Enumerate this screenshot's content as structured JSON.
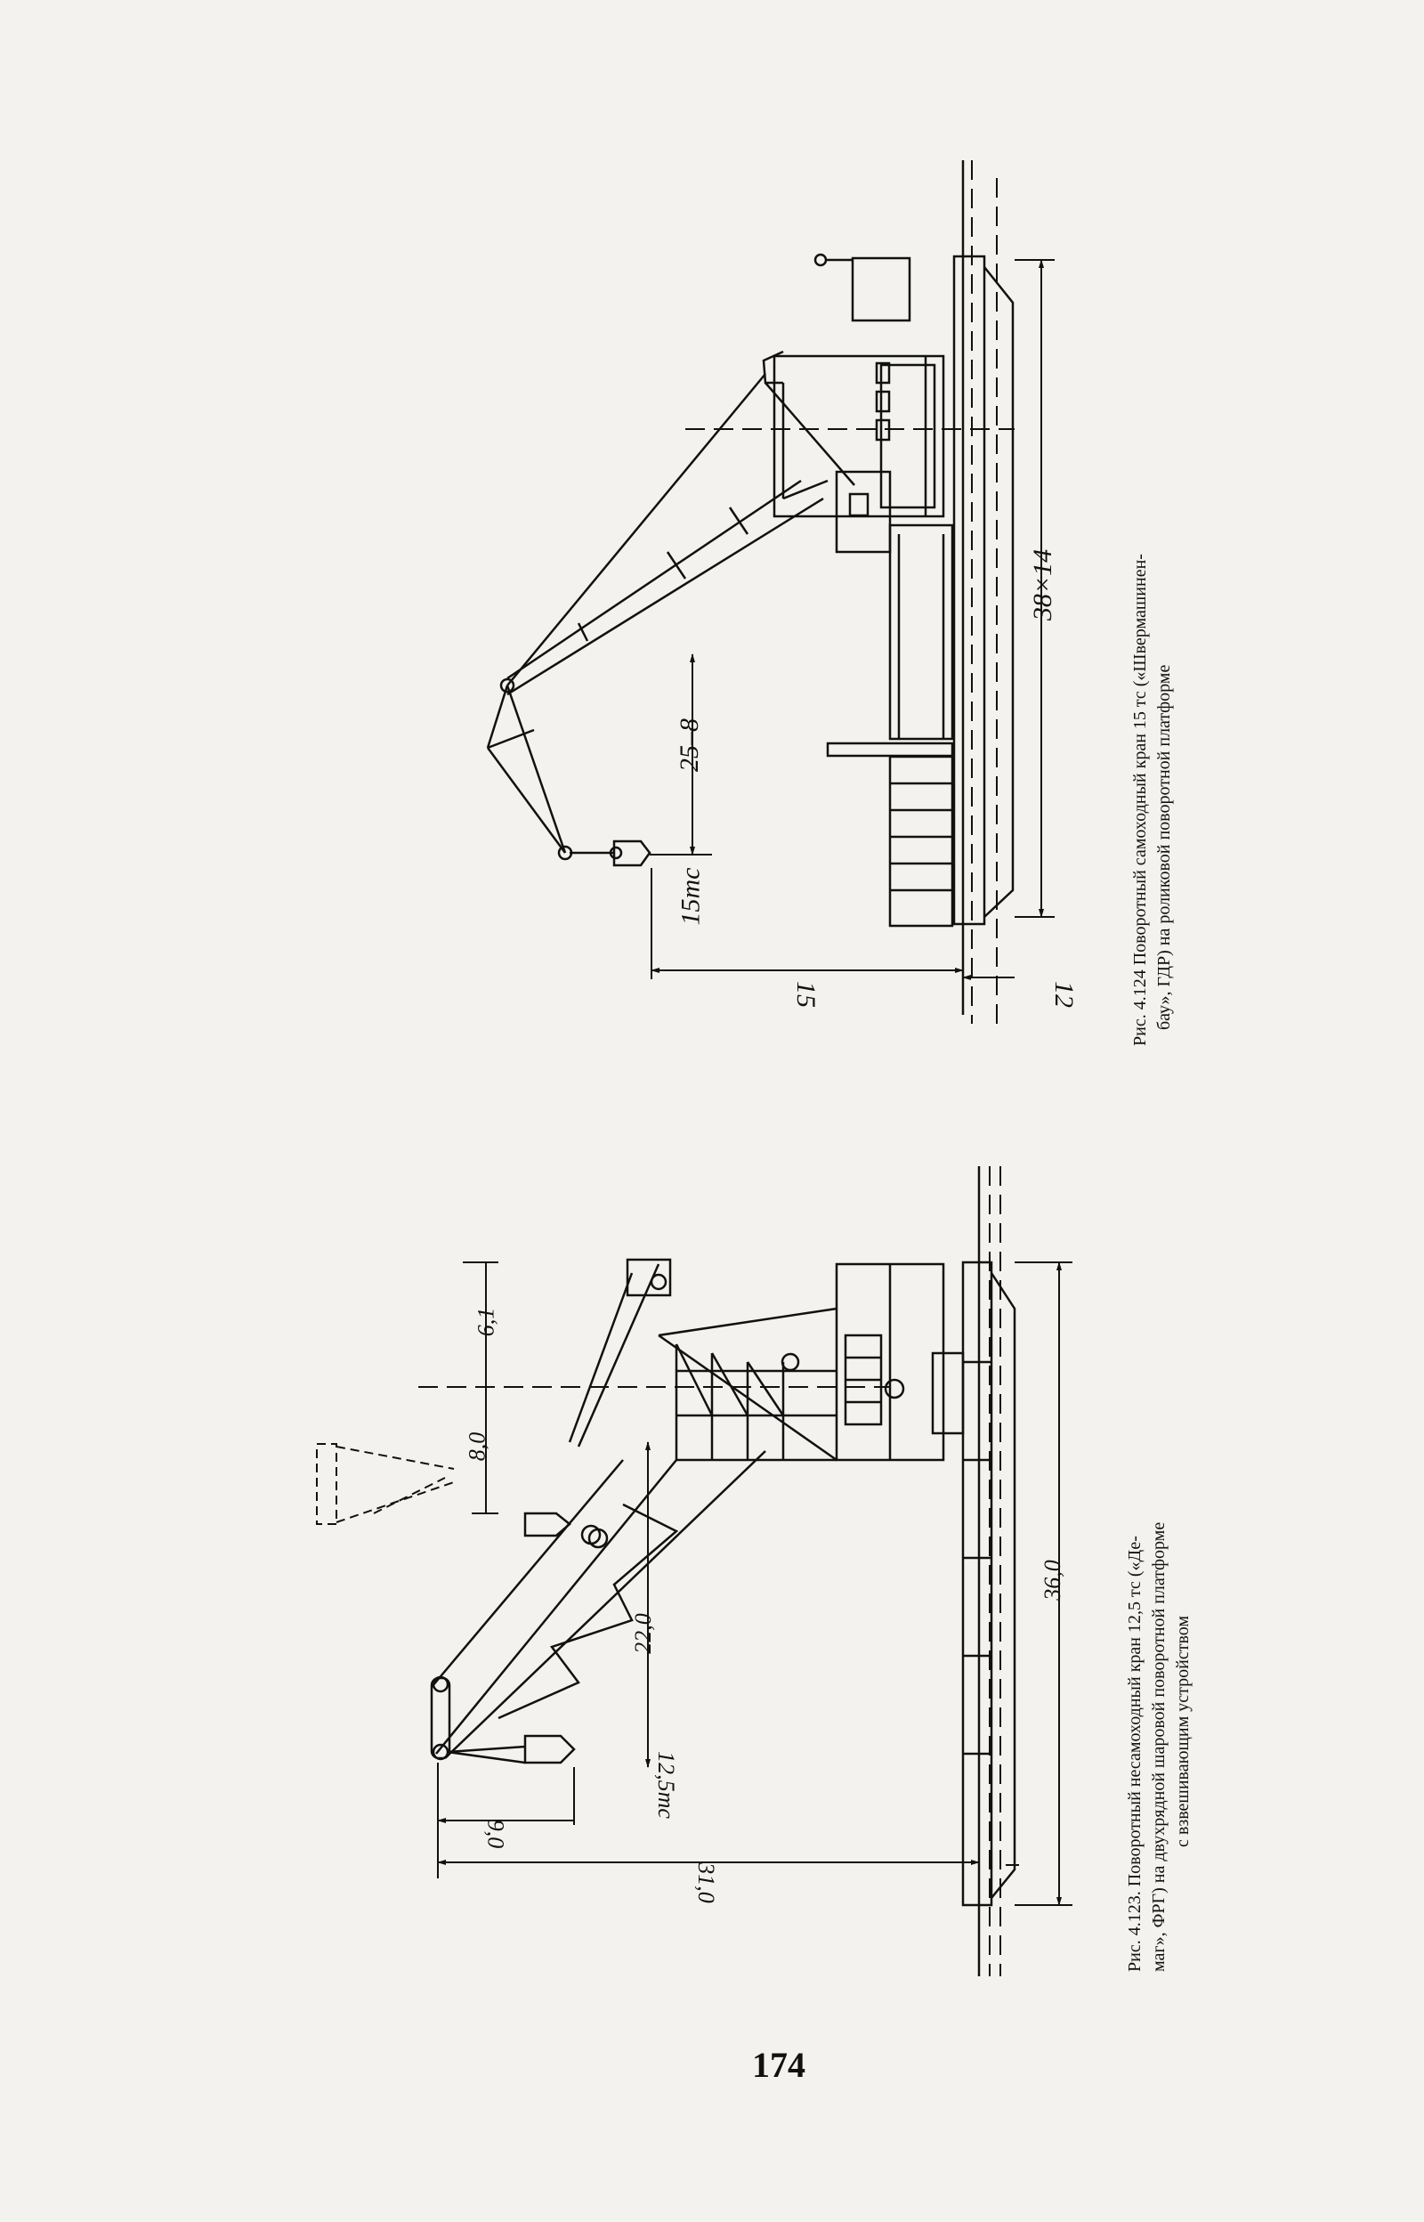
{
  "fig124": {
    "caption_line1": "Рис. 4.124 Поворотный самоходный кран 15 тс («Швермашинен-",
    "caption_line2": "бау», ГДР) на роликовой поворотной платформе",
    "dims": {
      "capacity": "15тс",
      "boom_reach": "25–8",
      "span": "38×14",
      "outreach": "15",
      "small": "12"
    }
  },
  "fig123": {
    "caption_line1": "Рис. 4.123. Поворотный несамоходный кран 12,5 тс («Де-",
    "caption_line2": "маг», ФРГ) на двухрядной шаровой поворотной платформе",
    "caption_line3": "с взвешивающим устройством",
    "dims": {
      "top": "6,1",
      "upper": "8,0",
      "length": "36,0",
      "height": "22,0",
      "capacity": "12,5тс",
      "reach1": "9,0",
      "reach2": "31,0"
    }
  },
  "page_number": "174"
}
